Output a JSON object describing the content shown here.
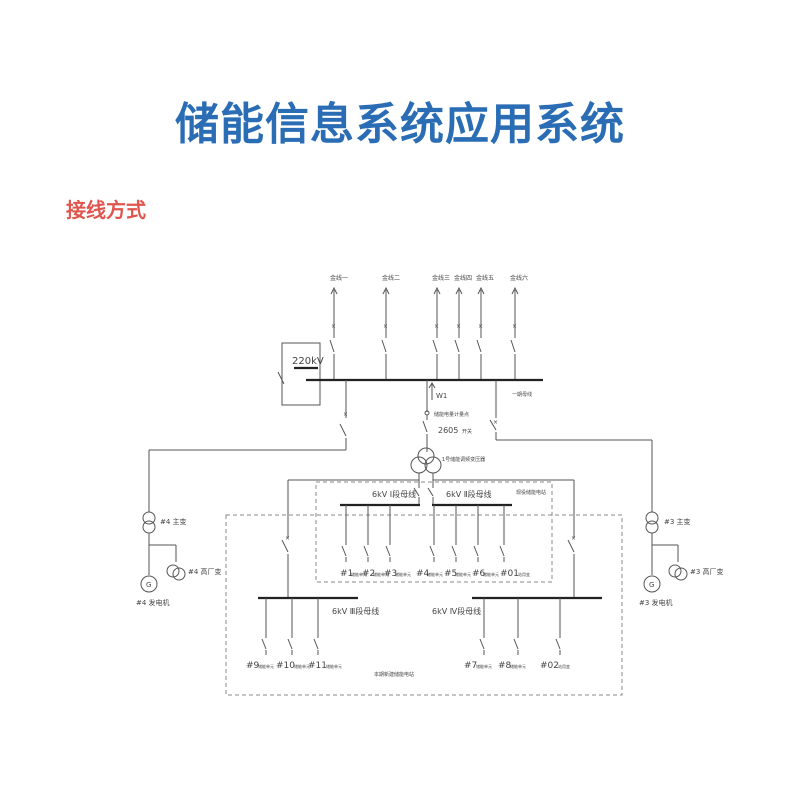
{
  "header": {
    "title": "储能信息系统应用系统",
    "subtitle": "接线方式"
  },
  "diagram": {
    "feeders": [
      "金线一",
      "金线二",
      "金线三",
      "金线四",
      "金线五",
      "金线六"
    ],
    "voltage_220": "220kV",
    "w1": "W1",
    "main_bus_note": "一期母线",
    "metering_note": "储能电量计量点",
    "breaker_2605": "2605",
    "breaker_2605_suffix": "开关",
    "transformer_note": "1号储能调频变压器",
    "bus_6kv_1": "6kV Ⅰ段母线",
    "bus_6kv_2": "6kV Ⅱ段母线",
    "bus_6kv_3": "6kV Ⅲ段母线",
    "bus_6kv_4": "6kV Ⅳ段母线",
    "phase1_note": "现役储能电站",
    "phase2_note": "本期新建储能电站",
    "left_main_tx": "#4 主变",
    "left_plant_tx": "#4 高厂变",
    "left_gen": "#4 发电机",
    "right_main_tx": "#3 主变",
    "right_plant_tx": "#3 高厂变",
    "right_gen": "#3 发电机",
    "units_top": [
      {
        "num": "#1",
        "txt": "储能单元"
      },
      {
        "num": "#2",
        "txt": "储能单元"
      },
      {
        "num": "#3",
        "txt": "储能单元"
      },
      {
        "num": "#4",
        "txt": "储能单元"
      },
      {
        "num": "#5",
        "txt": "储能单元"
      },
      {
        "num": "#6",
        "txt": "储能单元"
      },
      {
        "num": "#01",
        "txt": "站用变"
      }
    ],
    "units_bottom": [
      {
        "num": "#9",
        "txt": "储能单元"
      },
      {
        "num": "#10",
        "txt": "储能单元"
      },
      {
        "num": "#11",
        "txt": "储能单元"
      },
      {
        "num": "#7",
        "txt": "储能单元"
      },
      {
        "num": "#8",
        "txt": "储能单元"
      },
      {
        "num": "#02",
        "txt": "站用变"
      }
    ]
  }
}
